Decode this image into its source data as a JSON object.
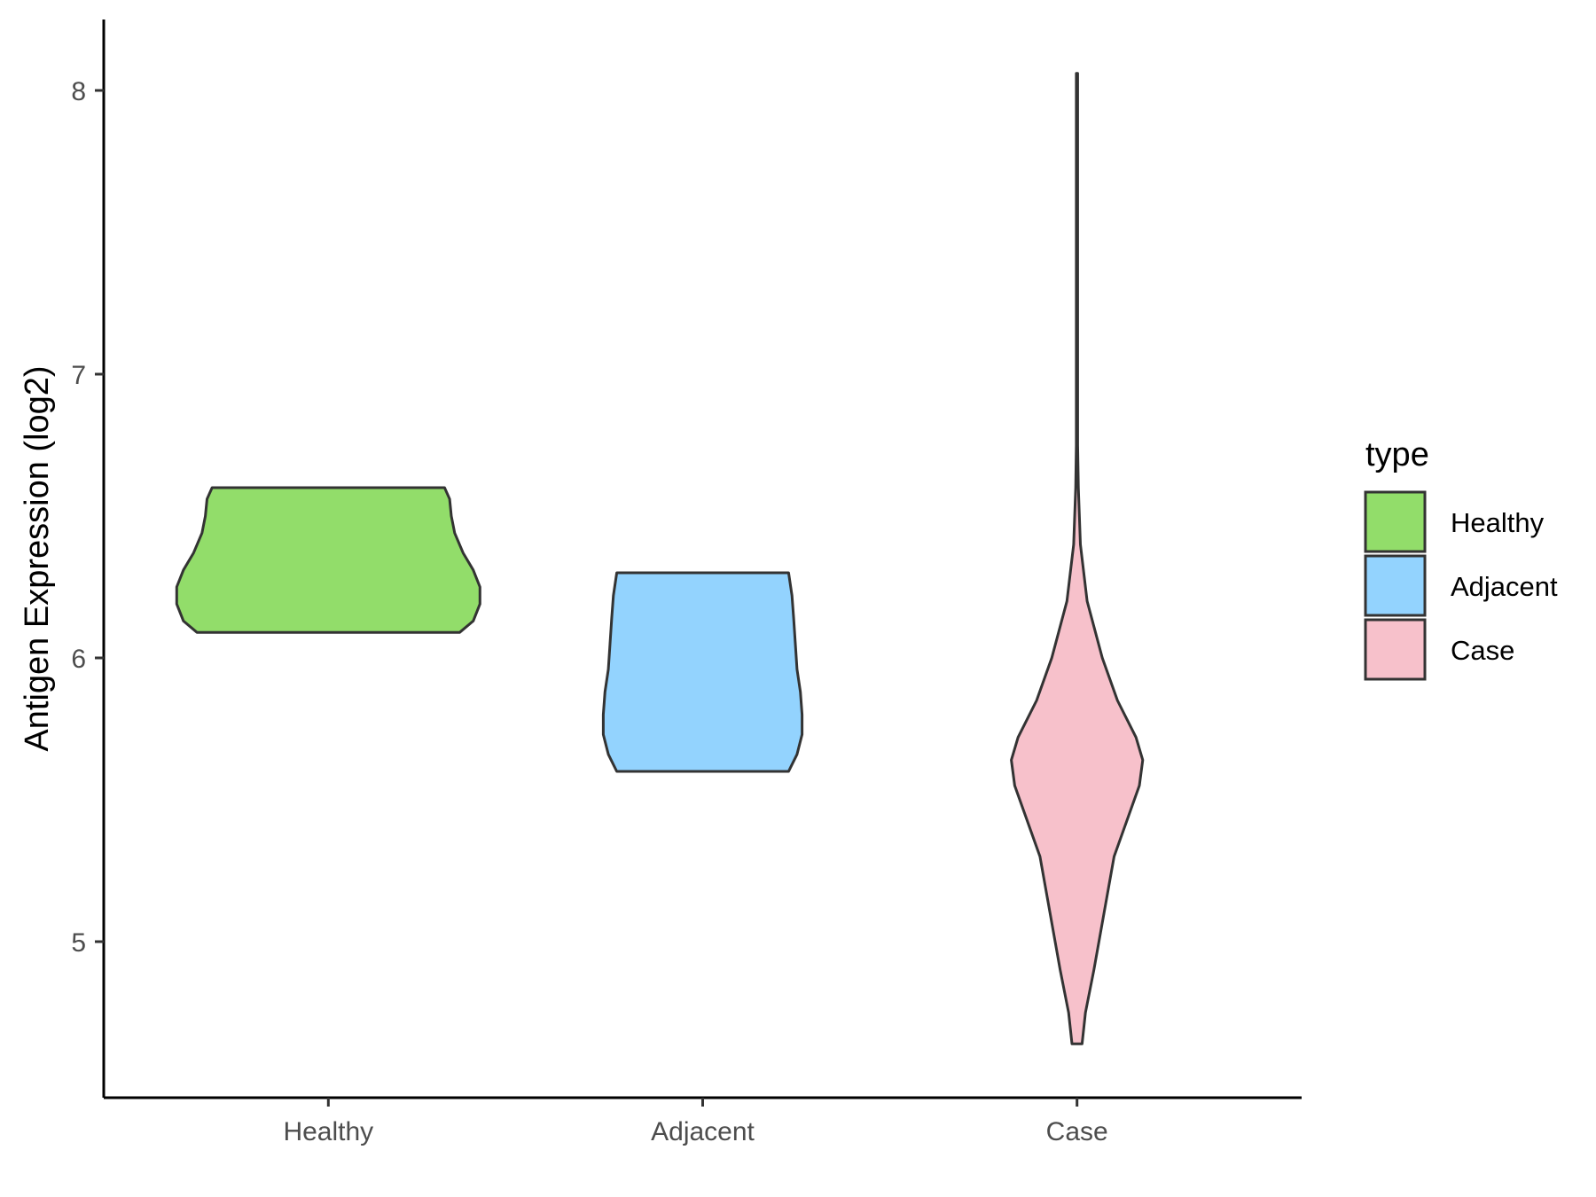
{
  "chart_data": {
    "type": "violin",
    "ylabel": "Antigen Expression (log2)",
    "xlabel": "",
    "ylim": [
      4.45,
      8.25
    ],
    "yticks": [
      5,
      6,
      7,
      8
    ],
    "grid": false,
    "categories": [
      "Healthy",
      "Adjacent",
      "Case"
    ],
    "legend": {
      "title": "type",
      "placement": "right",
      "entries": [
        {
          "label": "Healthy",
          "color": "#92dd6a"
        },
        {
          "label": "Adjacent",
          "color": "#93d3fe"
        },
        {
          "label": "Case",
          "color": "#f7c1cb"
        }
      ]
    },
    "outline_color": "#333333",
    "series": [
      {
        "category": "Healthy",
        "color": "#92dd6a",
        "min": 6.09,
        "max": 6.6,
        "density": [
          [
            6.09,
            0.78
          ],
          [
            6.13,
            0.86
          ],
          [
            6.19,
            0.9
          ],
          [
            6.25,
            0.9
          ],
          [
            6.31,
            0.86
          ],
          [
            6.37,
            0.8
          ],
          [
            6.44,
            0.75
          ],
          [
            6.5,
            0.73
          ],
          [
            6.56,
            0.72
          ],
          [
            6.6,
            0.69
          ]
        ]
      },
      {
        "category": "Adjacent",
        "color": "#93d3fe",
        "min": 5.6,
        "max": 6.3,
        "density": [
          [
            5.6,
            0.51
          ],
          [
            5.66,
            0.56
          ],
          [
            5.73,
            0.59
          ],
          [
            5.8,
            0.59
          ],
          [
            5.88,
            0.58
          ],
          [
            5.96,
            0.56
          ],
          [
            6.05,
            0.55
          ],
          [
            6.14,
            0.54
          ],
          [
            6.22,
            0.53
          ],
          [
            6.3,
            0.51
          ]
        ]
      },
      {
        "category": "Case",
        "color": "#f7c1cb",
        "min": 4.64,
        "max": 8.06,
        "density": [
          [
            4.64,
            0.03
          ],
          [
            4.75,
            0.05
          ],
          [
            4.9,
            0.1
          ],
          [
            5.1,
            0.16
          ],
          [
            5.3,
            0.22
          ],
          [
            5.45,
            0.31
          ],
          [
            5.55,
            0.37
          ],
          [
            5.64,
            0.39
          ],
          [
            5.72,
            0.35
          ],
          [
            5.85,
            0.24
          ],
          [
            6.0,
            0.15
          ],
          [
            6.2,
            0.06
          ],
          [
            6.4,
            0.02
          ],
          [
            6.6,
            0.008
          ],
          [
            6.75,
            0.004
          ],
          [
            7.0,
            0.004
          ],
          [
            7.5,
            0.004
          ],
          [
            8.06,
            0.004
          ]
        ]
      }
    ]
  }
}
